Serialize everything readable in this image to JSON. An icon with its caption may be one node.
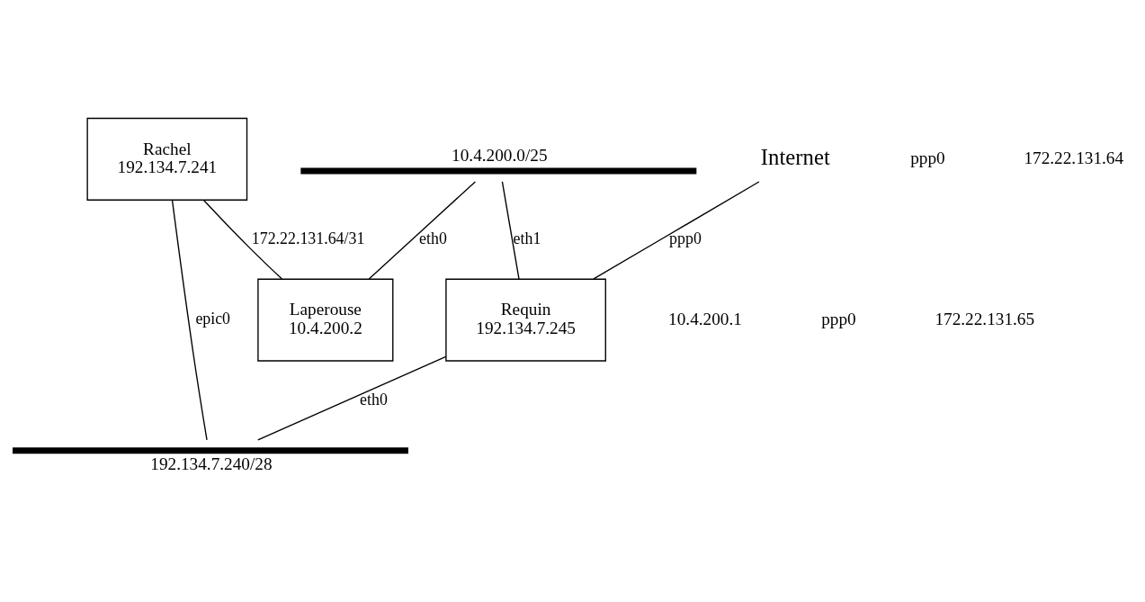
{
  "diagram": {
    "nodes": [
      {
        "text": [
          "Internet"
        ]
      },
      {
        "text": [],
        "shape": "bar",
        "beside": [
          "10.4.200.0/25"
        ]
      },
      {
        "text": [
          "Rachel",
          "192.134.7.241"
        ]
      },
      {
        "text": [
          "Requin",
          "192.134.7.245"
        ]
      },
      {
        "text": [
          "Laperouse",
          "10.4.200.2"
        ]
      },
      {
        "text": [],
        "shape": "bar",
        "beside": [
          "192.134.7.240/28"
        ]
      }
    ],
    "edges": [
      {
        "from": 0,
        "to": 3,
        "arrow": "none",
        "label": "ppp0"
      },
      {
        "from": 3,
        "to": 1,
        "arrow": "none",
        "label": "eth1"
      },
      {
        "from": 4,
        "to": 1,
        "arrow": "none",
        "label": "eth0"
      },
      {
        "from": 2,
        "to": 5,
        "arrow": "none",
        "label": "epic0"
      },
      {
        "from": 3,
        "to": 5,
        "arrow": "none",
        "label": "eth0"
      },
      {
        "from": 2,
        "to": 4,
        "arrow": "none",
        "label": "172.22.131.64/31"
      }
    ],
    "labels": [
      "10.4.200.1",
      "ppp0",
      "172.22.131.64",
      "ppp0",
      "172.22.131.65"
    ]
  }
}
